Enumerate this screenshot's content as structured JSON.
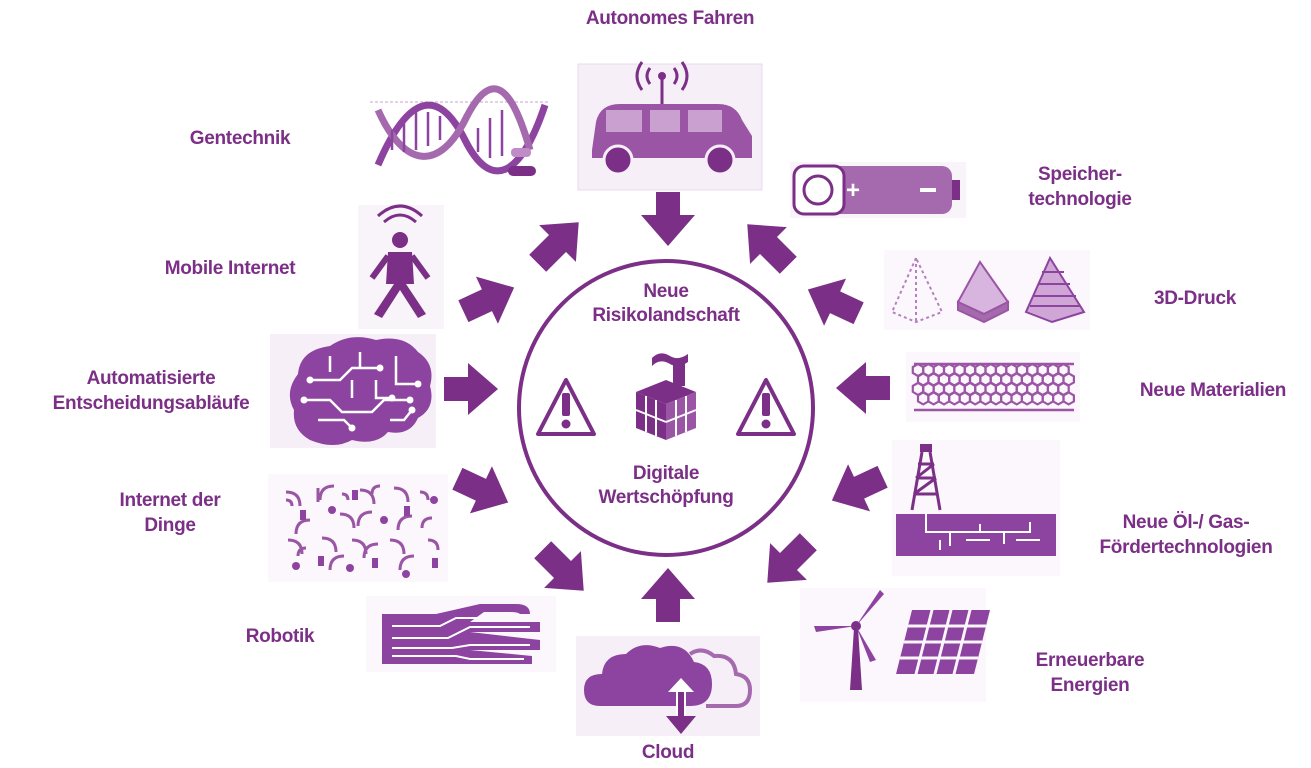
{
  "center": {
    "top_line1": "Neue",
    "top_line2": "Risikolandschaft",
    "bottom_line1": "Digitale",
    "bottom_line2": "Wertschöpfung"
  },
  "topics": {
    "autonomes_fahren": "Autonomes Fahren",
    "gentechnik": "Gentechnik",
    "speicher_1": "Speicher-",
    "speicher_2": "technologie",
    "mobile_internet": "Mobile Internet",
    "druck_3d": "3D-Druck",
    "automatisiert_1": "Automatisierte",
    "automatisiert_2": "Entscheidungsabläufe",
    "neue_materialien": "Neue Materialien",
    "iot_1": "Internet der",
    "iot_2": "Dinge",
    "oel_1": "Neue Öl-/ Gas-",
    "oel_2": "Fördertechnologien",
    "robotik": "Robotik",
    "erneuerbar_1": "Erneuerbare",
    "erneuerbar_2": "Energien",
    "cloud": "Cloud"
  },
  "colors": {
    "primary": "#7b2f86",
    "light": "#a46aad",
    "pale": "#cfa6d5"
  },
  "icons": [
    "dna-icon",
    "car-icon",
    "battery-icon",
    "person-signal-icon",
    "pyramid-icon",
    "brain-circuit-icon",
    "nanotube-icon",
    "devices-signal-icon",
    "oil-rig-icon",
    "robot-hand-icon",
    "wind-solar-icon",
    "cloud-icon",
    "warning-icon",
    "factory-icon"
  ]
}
